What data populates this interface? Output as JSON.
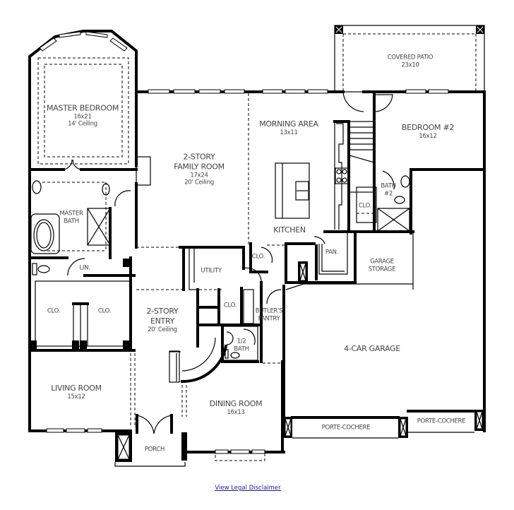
{
  "floorplan": {
    "rooms": [
      {
        "id": "master-bedroom",
        "name": "MASTER BEDROOM",
        "size": "16x21",
        "ceiling": "14' Ceiling"
      },
      {
        "id": "family-room",
        "name": "2-STORY\nFAMILY ROOM",
        "name_line1": "2-STORY",
        "name_line2": "FAMILY ROOM",
        "size": "17x24",
        "ceiling": "20' Ceiling"
      },
      {
        "id": "morning-area",
        "name": "MORNING AREA",
        "size": "13x11"
      },
      {
        "id": "covered-patio",
        "name": "COVERED PATIO",
        "size": "23x10"
      },
      {
        "id": "bedroom-2",
        "name": "BEDROOM #2",
        "size": "16x12"
      },
      {
        "id": "kitchen",
        "name": "KITCHEN"
      },
      {
        "id": "master-bath",
        "name_line1": "MASTER",
        "name_line2": "BATH"
      },
      {
        "id": "linen",
        "name": "LIN."
      },
      {
        "id": "master-closet-left",
        "name": "CLO."
      },
      {
        "id": "master-closet-right",
        "name": "CLO."
      },
      {
        "id": "utility",
        "name": "UTILITY"
      },
      {
        "id": "utility-closet",
        "name": "CLO."
      },
      {
        "id": "kitchen-closet",
        "name": "CLO."
      },
      {
        "id": "pantry",
        "name": "PAN."
      },
      {
        "id": "bedroom-2-closet",
        "name": "CLO."
      },
      {
        "id": "bath-2",
        "name_line1": "BATH",
        "name_line2": "#2"
      },
      {
        "id": "garage-storage",
        "name_line1": "GARAGE",
        "name_line2": "STORAGE"
      },
      {
        "id": "entry",
        "name_line1": "2-STORY",
        "name_line2": "ENTRY",
        "ceiling": "20' Ceiling"
      },
      {
        "id": "butlers-pantry",
        "name_line1": "BUTLER'S",
        "name_line2": "PANTRY"
      },
      {
        "id": "half-bath",
        "name_line1": "1/2",
        "name_line2": "BATH"
      },
      {
        "id": "garage",
        "name": "4-CAR GARAGE"
      },
      {
        "id": "living-room",
        "name": "LIVING ROOM",
        "size": "15x12"
      },
      {
        "id": "dining-room",
        "name": "DINING ROOM",
        "size": "16x13"
      },
      {
        "id": "porch",
        "name": "PORCH"
      },
      {
        "id": "porte-cochere-left",
        "name": "PORTE-COCHERE"
      },
      {
        "id": "porte-cochere-right",
        "name": "PORTE-COCHERE"
      }
    ]
  },
  "footer": {
    "disclaimer_link": "View Legal Disclaimer"
  },
  "colors": {
    "walls": "#000000",
    "label_text": "#444444",
    "link": "#1a1aa6",
    "background": "#ffffff"
  }
}
